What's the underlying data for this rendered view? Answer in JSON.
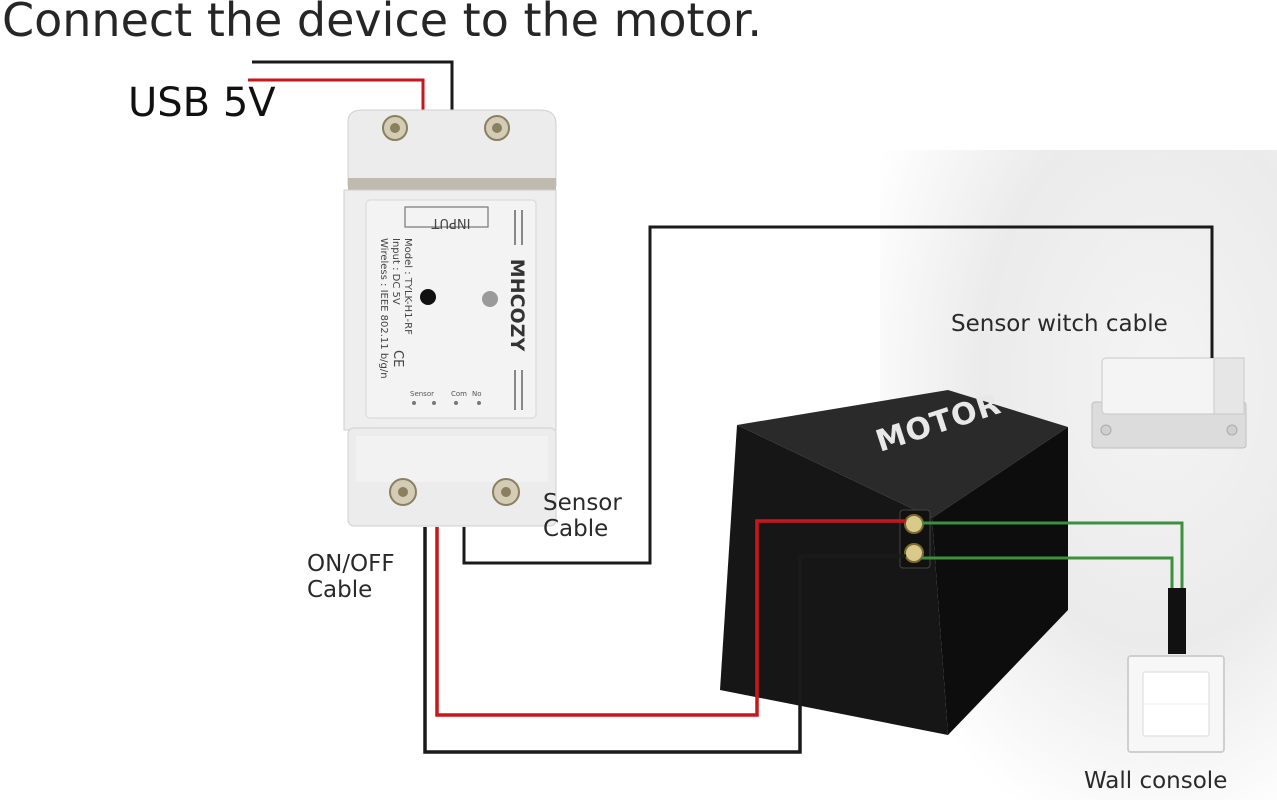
{
  "title": "Connect the device to the motor.",
  "labels": {
    "usb": "USB 5V",
    "sensor_switch_cable": "Sensor witch cable",
    "sensor_cable": "Sensor Cable",
    "onoff_cable": "ON/OFF Cable",
    "wall_console": "Wall console"
  },
  "device": {
    "brand": "MHCOZY",
    "input_tag": "INPUT",
    "model_line": "Model : TYLK-H1-RF",
    "input_line": "Input : DC 5V",
    "wireless_line": "Wireless : IEEE 802.11 b/g/n",
    "ce_mark": "CE",
    "terminal_sensor": "Sensor",
    "terminal_com": "Com",
    "terminal_no": "No"
  },
  "motor": {
    "label": "MOTOR"
  },
  "colors": {
    "wire_red": "#c8161d",
    "wire_black": "#1a1a1a",
    "wire_green": "#3e8f3e",
    "device_body": "#eeeeee",
    "motor_body": "#1c1c1c"
  }
}
